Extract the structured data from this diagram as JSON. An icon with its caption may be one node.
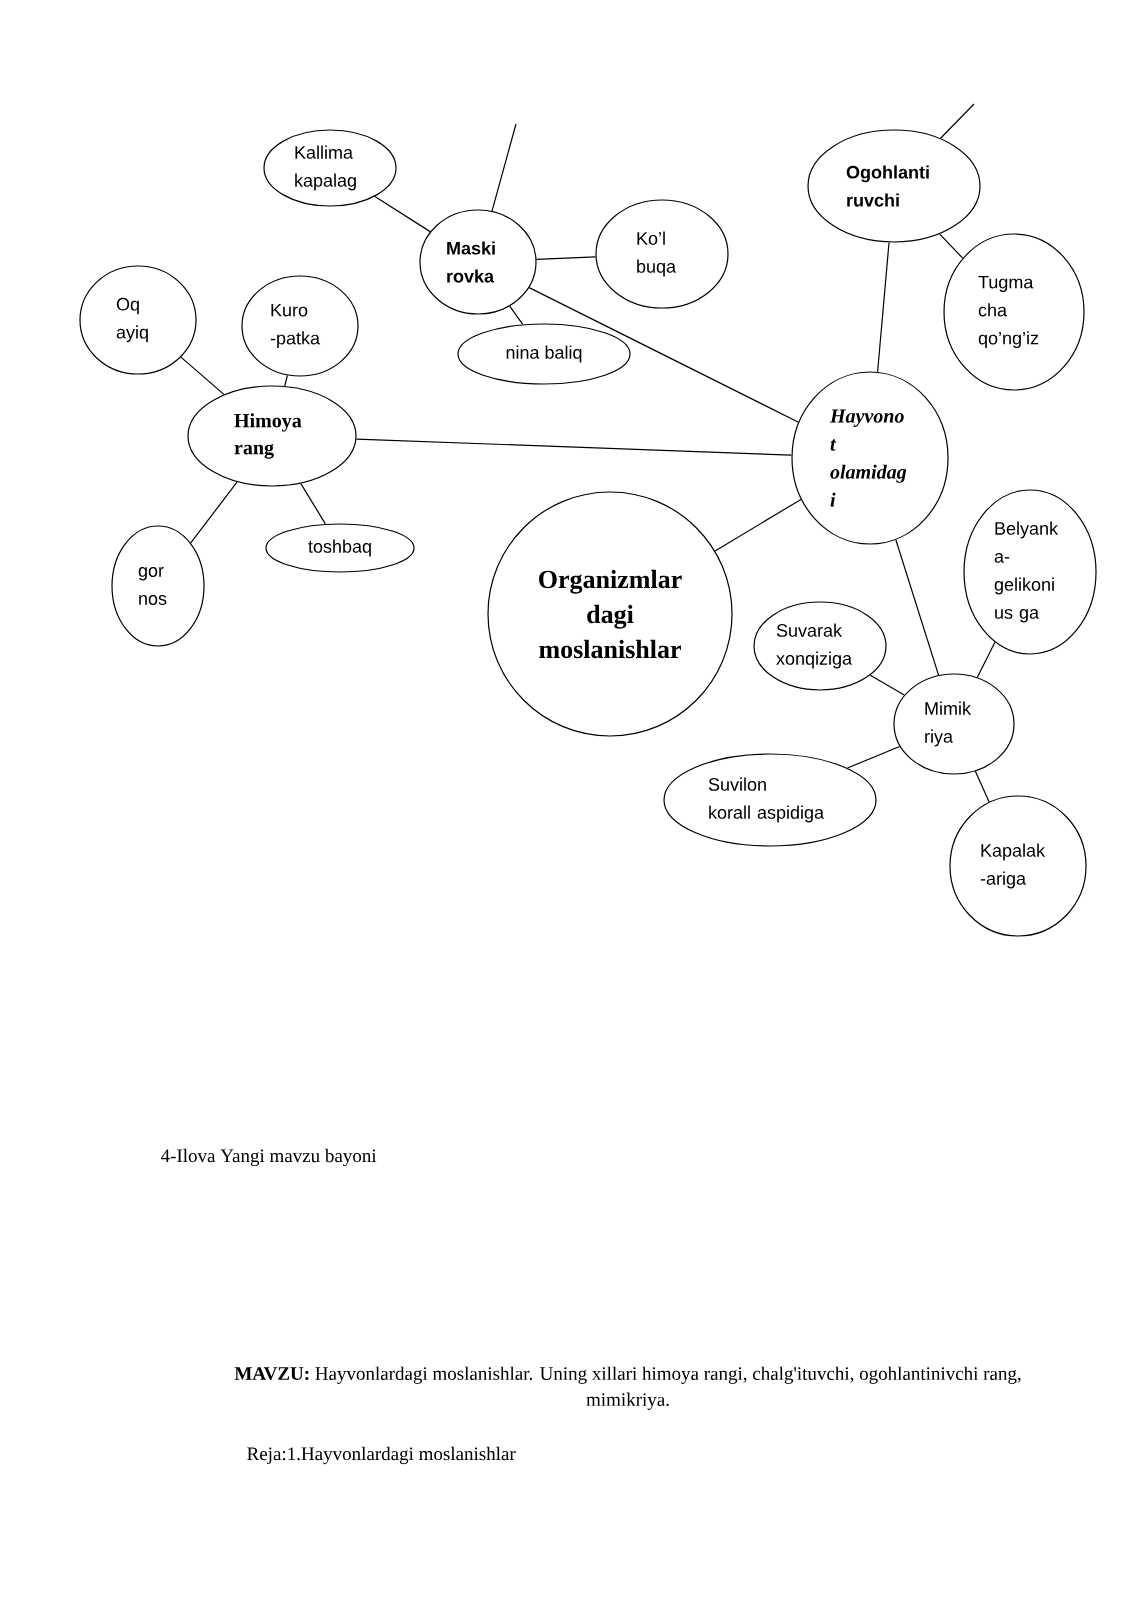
{
  "diagram": {
    "nodes": [
      {
        "text": [
          "Kallima kapalag"
        ]
      },
      {
        "text": [
          "Maski rovka"
        ]
      },
      {
        "text": [
          "Ko’l buqa"
        ]
      },
      {
        "text": [
          "nina baliq"
        ]
      },
      {
        "text": [
          "Ogohlanti ruvchi"
        ]
      },
      {
        "text": [
          "Tugma cha qo’ng’iz"
        ]
      },
      {
        "text": [
          "Oq ayiq"
        ]
      },
      {
        "text": [
          "Kuro -patka"
        ]
      },
      {
        "text": [
          "Himoya rang"
        ]
      },
      {
        "text": [
          "gor nos"
        ]
      },
      {
        "text": [
          "toshbaq"
        ]
      },
      {
        "text": [
          "Organizmlar dagi moslanishlar"
        ]
      },
      {
        "text": [
          "Hayvono t olamidag i"
        ]
      },
      {
        "text": [
          "Belyank a- gelikoni us ga"
        ]
      },
      {
        "text": [
          "Suvarak xonqiziga"
        ]
      },
      {
        "text": [
          "Mimik riya"
        ]
      },
      {
        "text": [
          "Suvilon korall aspidiga"
        ]
      },
      {
        "text": [
          "Kapalak -ariga"
        ]
      }
    ],
    "edges": [
      {
        "from": 0,
        "to": 1,
        "arrow": "none"
      },
      {
        "from": 1,
        "to": null,
        "arrow": "none"
      },
      {
        "from": 1,
        "to": 2,
        "arrow": "none"
      },
      {
        "from": 1,
        "to": 3,
        "arrow": "none"
      },
      {
        "from": 4,
        "to": null,
        "arrow": "none"
      },
      {
        "from": 4,
        "to": 5,
        "arrow": "none"
      },
      {
        "from": 6,
        "to": 8,
        "arrow": "none"
      },
      {
        "from": 7,
        "to": 8,
        "arrow": "none"
      },
      {
        "from": 1,
        "to": 12,
        "arrow": "none"
      },
      {
        "from": 4,
        "to": 12,
        "arrow": "none"
      },
      {
        "from": 8,
        "to": 12,
        "arrow": "none"
      },
      {
        "from": 8,
        "to": 9,
        "arrow": "none"
      },
      {
        "from": 8,
        "to": 10,
        "arrow": "none"
      },
      {
        "from": 12,
        "to": 11,
        "arrow": "none"
      },
      {
        "from": 12,
        "to": 15,
        "arrow": "none"
      },
      {
        "from": 13,
        "to": 15,
        "arrow": "none"
      },
      {
        "from": 14,
        "to": 15,
        "arrow": "none"
      },
      {
        "from": 16,
        "to": 15,
        "arrow": "none"
      },
      {
        "from": 15,
        "to": 17,
        "arrow": "none"
      }
    ],
    "labels": [
      "4-Ilova Yangi mavzu bayoni",
      "**MAVZU:** Hayvonlardagi moslanishlar. Uning xillari himoya rangi, chalg'ituvchi, ogohlantinivchi rang, mimikriya.",
      "Reja:1.Hayvonlardagi moslanishlar"
    ]
  }
}
